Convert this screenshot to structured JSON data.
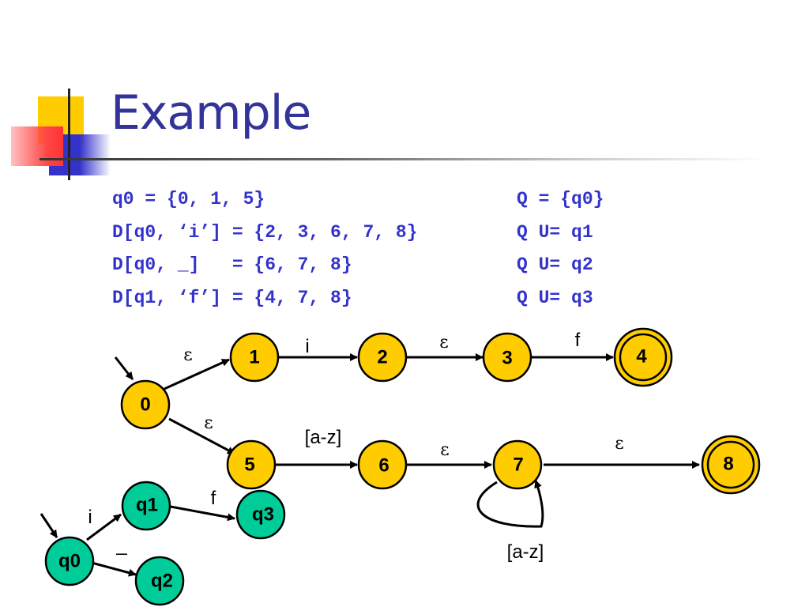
{
  "slide": {
    "title": "Example"
  },
  "code_lines": [
    {
      "lhs": "q0 = {0, 1, 5}",
      "rhs": "Q = {q0}"
    },
    {
      "lhs": "D[q0, ‘i’] = {2, 3, 6, 7, 8}",
      "rhs": "Q U= q1"
    },
    {
      "lhs": "D[q0, _]   = {6, 7, 8}",
      "rhs": "Q U= q2"
    },
    {
      "lhs": "D[q1, ‘f’] = {4, 7, 8}",
      "rhs": "Q U= q3"
    }
  ],
  "nfa": {
    "colors": {
      "state_fill": "#ffcc00",
      "stroke": "#000000"
    },
    "states": {
      "s0": "0",
      "s1": "1",
      "s2": "2",
      "s3": "3",
      "s4": "4",
      "s5": "5",
      "s6": "6",
      "s7": "7",
      "s8": "8"
    },
    "accepting": [
      "4",
      "8"
    ],
    "edge_labels": {
      "e01": "ε",
      "e12": "i",
      "e23": "ε",
      "e34": "f",
      "e05": "ε",
      "e56": "[a-z]",
      "e67": "ε",
      "e78": "ε",
      "e77": "[a-z]"
    }
  },
  "dfa": {
    "colors": {
      "state_fill": "#00cc99",
      "stroke": "#000000"
    },
    "states": {
      "q0": "q0",
      "q1": "q1",
      "q2": "q2",
      "q3": "q3"
    },
    "edge_labels": {
      "q0q1": "i",
      "q0q2": "_",
      "q1q3": "f"
    }
  }
}
